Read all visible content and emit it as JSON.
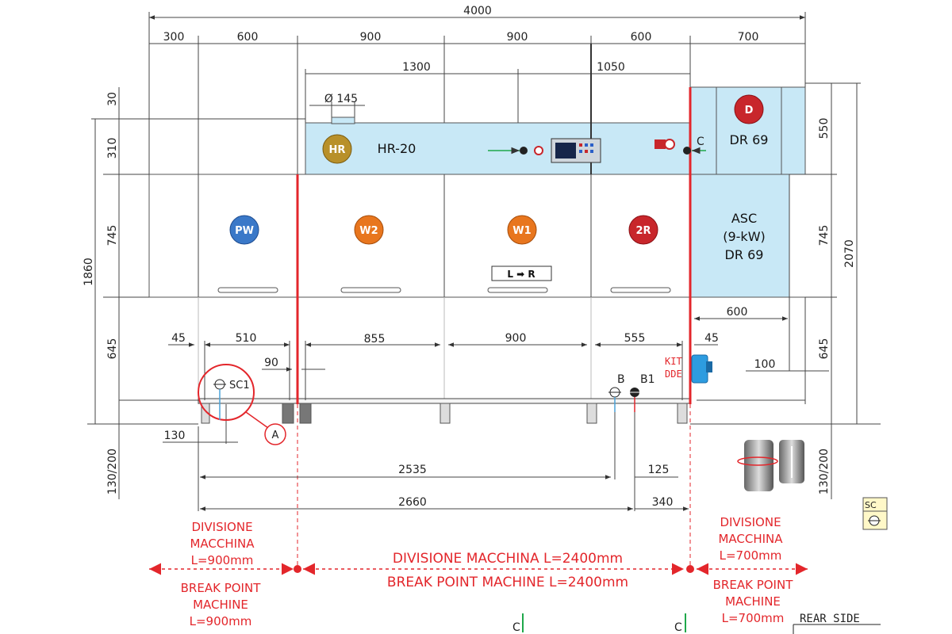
{
  "dims": {
    "total": "4000",
    "top": [
      "300",
      "600",
      "900",
      "900",
      "600",
      "700"
    ],
    "hr_width": "1300",
    "ctrl_width": "1050",
    "diam": "Ø 145",
    "h30": "30",
    "h310": "310",
    "h745": "745",
    "h1860": "1860",
    "h645": "645",
    "h130_200": "130/200",
    "r550": "550",
    "r745": "745",
    "r2070": "2070",
    "r645": "645",
    "r130_200": "130/200",
    "b45l": "45",
    "b510": "510",
    "b855": "855",
    "b900": "900",
    "b555": "555",
    "b45r": "45",
    "b90": "90",
    "b600": "600",
    "b100": "100",
    "b130": "130",
    "b2535": "2535",
    "b125": "125",
    "b2660": "2660",
    "b340": "340"
  },
  "modules": {
    "hr_badge": "HR",
    "hr_label": "HR-20",
    "d_badge": "D",
    "d_label": "DR 69",
    "pw": "PW",
    "w2": "W2",
    "w1": "W1",
    "r2": "2R",
    "asc_line1": "ASC",
    "asc_line2": "(9-kW)",
    "asc_line3": "DR 69",
    "direction": "L ➡ R"
  },
  "markers": {
    "c": "C",
    "sc1": "SC1",
    "a": "A",
    "b": "B",
    "b1": "B1",
    "kit1": "KIT",
    "kit2": "DDE",
    "sc": "SC",
    "c1": "C",
    "c2": "C"
  },
  "notes": {
    "left_it1": "DIVISIONE",
    "left_it2": "MACCHINA",
    "left_it3": "L=900mm",
    "left_en1": "BREAK POINT",
    "left_en2": "MACHINE",
    "left_en3": "L=900mm",
    "mid_it": "DIVISIONE MACCHINA L=2400mm",
    "mid_en": "BREAK POINT MACHINE L=2400mm",
    "right_it1": "DIVISIONE",
    "right_it2": "MACCHINA",
    "right_it3": "L=700mm",
    "right_en1": "BREAK POINT",
    "right_en2": "MACHINE",
    "right_en3": "L=700mm",
    "rear_side": "REAR SIDE"
  },
  "colors": {
    "module_fill": "#c8e8f6",
    "red": "#e3262b",
    "blue_badge": "#3a78c8",
    "orange_badge": "#e8761e",
    "red_badge": "#c8262b",
    "gold_badge": "#b8902a"
  }
}
